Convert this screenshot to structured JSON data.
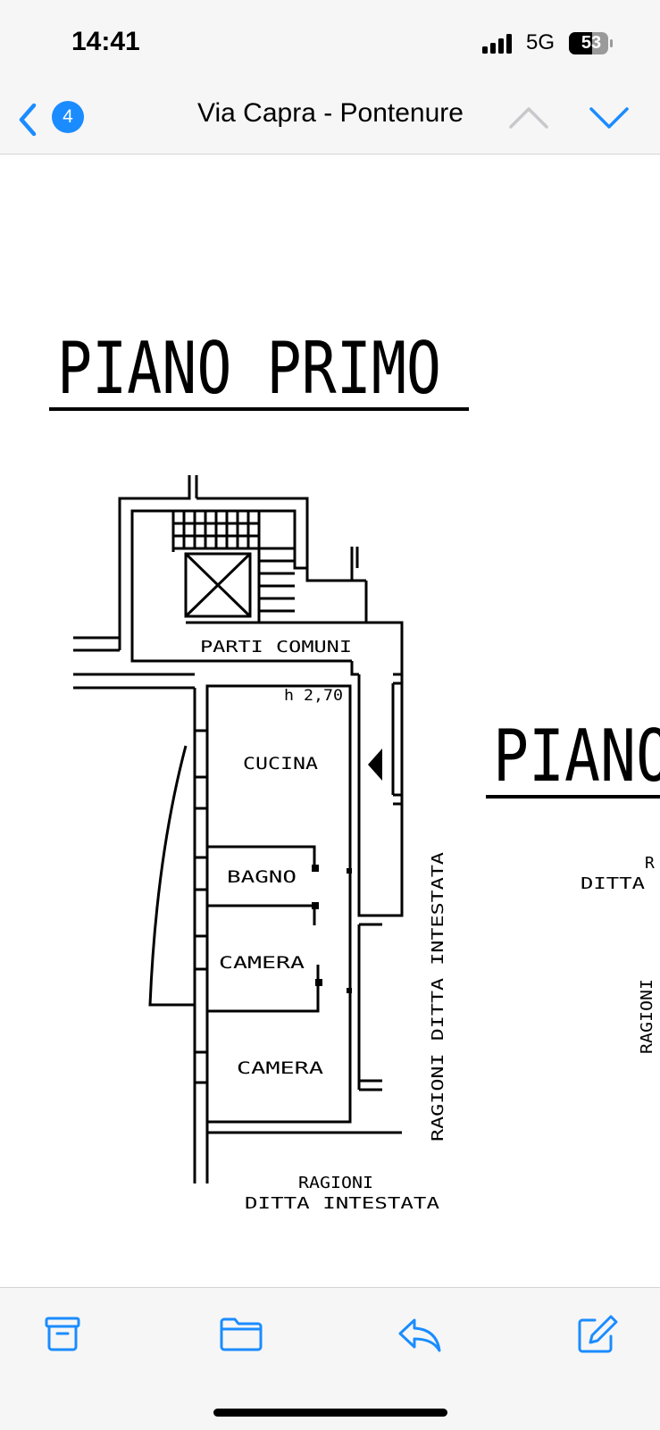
{
  "status_bar": {
    "time": "14:41",
    "network": "5G",
    "battery": "53"
  },
  "nav": {
    "title": "Via Capra - Pontenure",
    "unread_count": "4"
  },
  "plan": {
    "heading": "PIANO PRIMO",
    "rooms": {
      "common": "PARTI COMUNI",
      "height": "h 2,70",
      "kitchen": "CUCINA",
      "bathroom": "BAGNO",
      "bedroom1": "CAMERA",
      "bedroom2": "CAMERA"
    },
    "neighbor_right": "RAGIONI DITTA INTESTATA",
    "neighbor_bottom_1": "RAGIONI",
    "neighbor_bottom_2": "DITTA INTESTATA",
    "next_page": {
      "heading": "PIANO",
      "label_1": "R",
      "label_2": "DITTA",
      "vertical": "RAGIONI"
    }
  },
  "colors": {
    "accent": "#1a8cff",
    "bar_bg": "#f6f6f6",
    "disabled": "#c7c7cc"
  },
  "icons": [
    "back-chevron-icon",
    "chevron-up-icon",
    "chevron-down-icon",
    "archive-icon",
    "folder-icon",
    "reply-icon",
    "compose-icon"
  ]
}
